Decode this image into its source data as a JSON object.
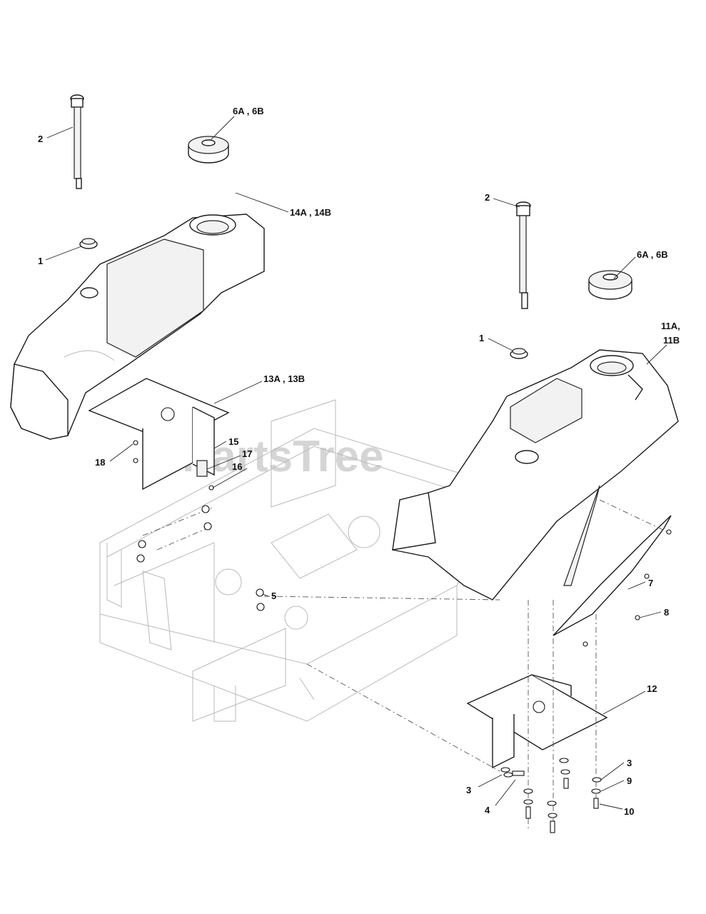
{
  "watermark": "PartsTree",
  "callouts": {
    "c_2_left": "2",
    "c_6_left": "6A , 6B",
    "c_1_left": "1",
    "c_14": "14A , 14B",
    "c_2_right": "2",
    "c_6_right": "6A , 6B",
    "c_1_right": "1",
    "c_11_line1": "11A,",
    "c_11_line2": "11B",
    "c_13": "13A , 13B",
    "c_15": "15",
    "c_17": "17",
    "c_16": "16",
    "c_18": "18",
    "c_5": "5",
    "c_7": "7",
    "c_8": "8",
    "c_12": "12",
    "c_3_left": "3",
    "c_4": "4",
    "c_3_right": "3",
    "c_9": "9",
    "c_10": "10"
  }
}
